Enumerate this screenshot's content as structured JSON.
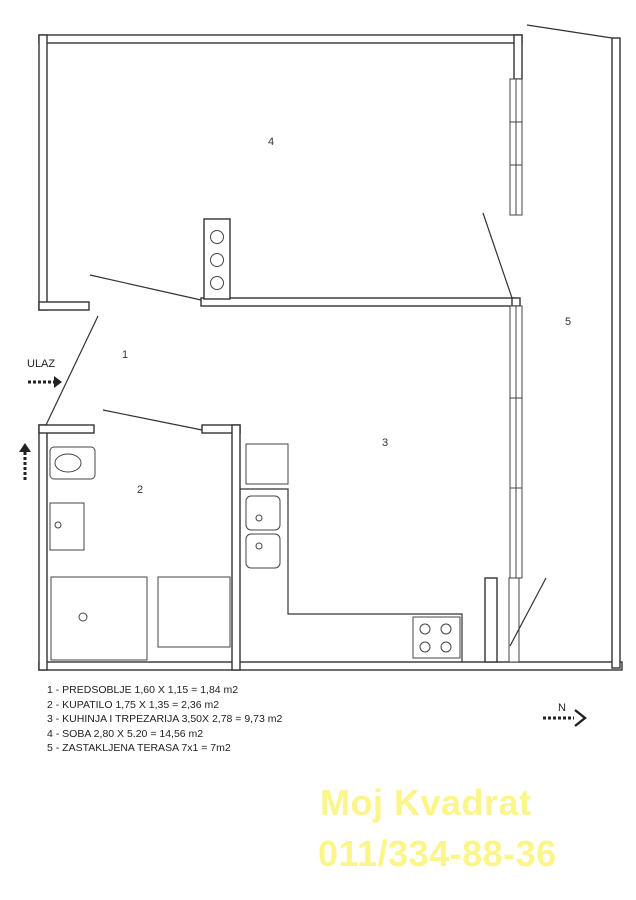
{
  "rooms": {
    "room1": "1",
    "room2": "2",
    "room3": "3",
    "room4": "4",
    "room5": "5"
  },
  "entrance_label": "ULAZ",
  "north_label": "N",
  "legend": [
    "1 - PREDSOBLJE 1,60 X 1,15 = 1,84 m2",
    "2 - KUPATILO 1,75 X 1,35 = 2,36 m2",
    "3 - KUHINJA I TRPEZARIJA 3,50X 2,78 = 9,73 m2",
    "4 - SOBA 2,80 X 5.20 = 14,56 m2",
    "5 - ZASTAKLJENA TERASA 7x1 = 7m2"
  ],
  "watermark": {
    "line1": "Moj Kvadrat",
    "line2": "011/334-88-36",
    "color": "#fbf58a"
  }
}
